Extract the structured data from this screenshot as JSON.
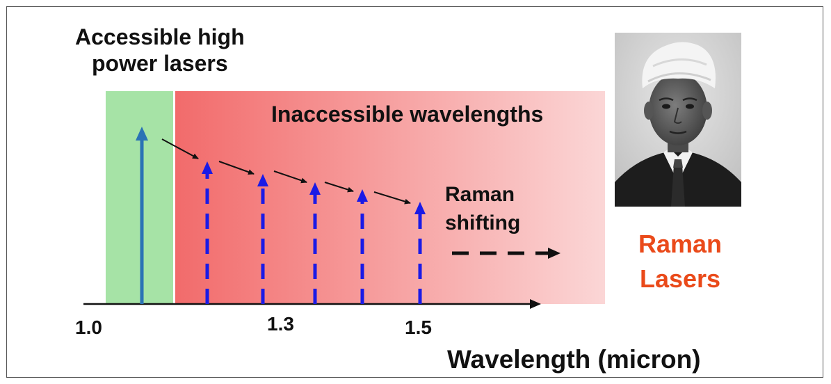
{
  "diagram": {
    "accessible_label": [
      "Accessible high",
      "power lasers"
    ],
    "inaccessible_label": "Inaccessible wavelengths",
    "raman_shifting_label": [
      "Raman",
      "shifting"
    ],
    "x_ticks": [
      "1.0",
      "1.3",
      "1.5"
    ],
    "x_axis_title": "Wavelength (micron)",
    "side_title": [
      "Raman",
      "Lasers"
    ],
    "colors": {
      "accessible_region": "#a6e3a6",
      "inaccessible_region_start": "#f26b6b",
      "inaccessible_region_end": "#fbd6d6",
      "pump_arrow": "#2a72b5",
      "stokes_arrow": "#1a1ae6",
      "side_title": "#ea4a1a"
    },
    "icons": [
      "portrait-photo",
      "pump-arrow",
      "stokes-arrow",
      "cascade-arrow",
      "shift-dashed-arrow"
    ]
  }
}
